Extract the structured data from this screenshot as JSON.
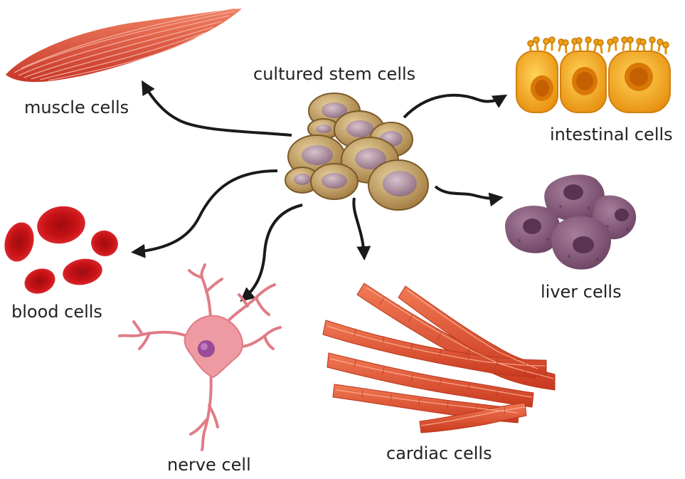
{
  "diagram": {
    "center_label": "cultured stem cells",
    "targets": [
      {
        "id": "muscle",
        "label": "muscle cells"
      },
      {
        "id": "intestinal",
        "label": "intestinal cells"
      },
      {
        "id": "blood",
        "label": "blood cells"
      },
      {
        "id": "liver",
        "label": "liver cells"
      },
      {
        "id": "nerve",
        "label": "nerve cell"
      },
      {
        "id": "cardiac",
        "label": "cardiac cells"
      }
    ]
  },
  "colors": {
    "stem_fill": "#c8a46a",
    "stem_inner": "#b898a8",
    "muscle": "#e0543f",
    "intestinal": "#f4a91f",
    "blood": "#c81216",
    "liver": "#8a5c7e",
    "nerve": "#ec8b93",
    "cardiac": "#e2492a",
    "arrow": "#1a1a1a",
    "text": "#222222"
  }
}
